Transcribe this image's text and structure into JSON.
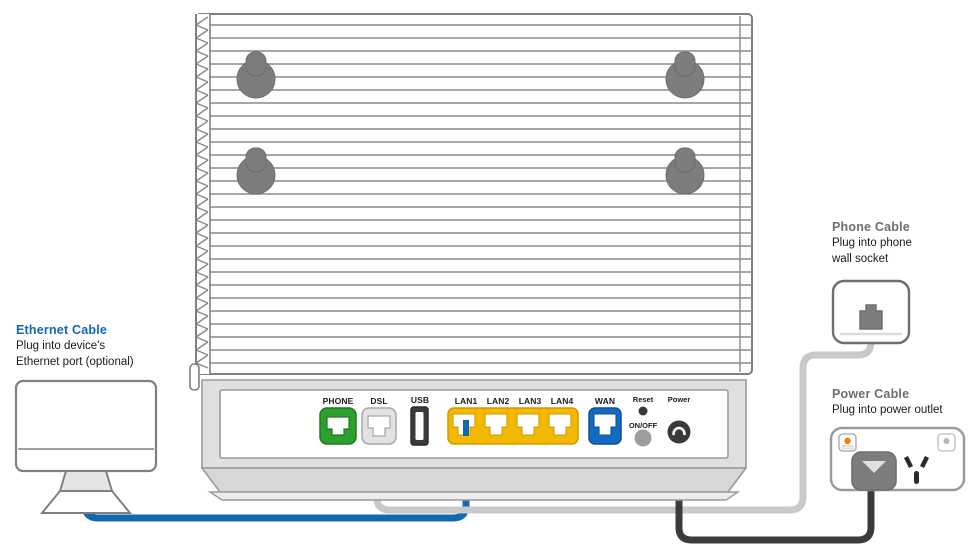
{
  "diagram": {
    "title_semantic": "router-rear-connection-diagram",
    "device": "modem-router"
  },
  "colors": {
    "accent_blue": "#1565b8",
    "cable_blue": "#1169b0",
    "cable_gray": "#c9c9c9",
    "cable_black": "#3b3b3b",
    "port_green": "#2ca02c",
    "port_yellow": "#f5b800",
    "port_blue": "#1669c0",
    "port_gray": "#d9d9d9",
    "port_dark": "#3a3a3a",
    "outline_gray": "#808080",
    "body_text": "#1b1b1b",
    "title_gray": "#6e6e6e",
    "switch_orange": "#f08000"
  },
  "callouts": {
    "ethernet": {
      "title": "Ethernet Cable",
      "line1": "Plug into device's",
      "line2": "Ethernet port (optional)",
      "title_color": "#1565b8"
    },
    "phone": {
      "title": "Phone Cable",
      "line1": "Plug into phone",
      "line2": "wall socket",
      "title_color": "#6e6e6e"
    },
    "power": {
      "title": "Power Cable",
      "line1": "Plug into power outlet",
      "line2": "",
      "title_color": "#6e6e6e"
    }
  },
  "ports": [
    {
      "label": "PHONE",
      "type": "rj11",
      "color": "#2ca02c"
    },
    {
      "label": "DSL",
      "type": "rj11",
      "color": "#d9d9d9"
    },
    {
      "label": "USB",
      "type": "usb",
      "color": "#3a3a3a"
    },
    {
      "label": "LAN1",
      "type": "rj45",
      "color": "#f5b800"
    },
    {
      "label": "LAN2",
      "type": "rj45",
      "color": "#f5b800"
    },
    {
      "label": "LAN3",
      "type": "rj45",
      "color": "#f5b800"
    },
    {
      "label": "LAN4",
      "type": "rj45",
      "color": "#f5b800"
    },
    {
      "label": "WAN",
      "type": "rj45",
      "color": "#1669c0"
    }
  ],
  "controls": {
    "reset_label": "Reset",
    "onoff_label": "ON/OFF",
    "power_label": "Power"
  },
  "cables": [
    {
      "name": "ethernet-cable",
      "from": "LAN1",
      "to": "computer-monitor",
      "color": "#1169b0"
    },
    {
      "name": "phone-cable",
      "from": "DSL",
      "to": "phone-wall-socket",
      "color": "#c9c9c9"
    },
    {
      "name": "power-cable",
      "from": "Power",
      "to": "power-outlet",
      "color": "#3b3b3b"
    }
  ],
  "power_outlet": {
    "switch_left_state": "on",
    "switch_right_state": "off",
    "switch_on_color": "#f08000",
    "switch_off_color": "#9a9a9a"
  }
}
